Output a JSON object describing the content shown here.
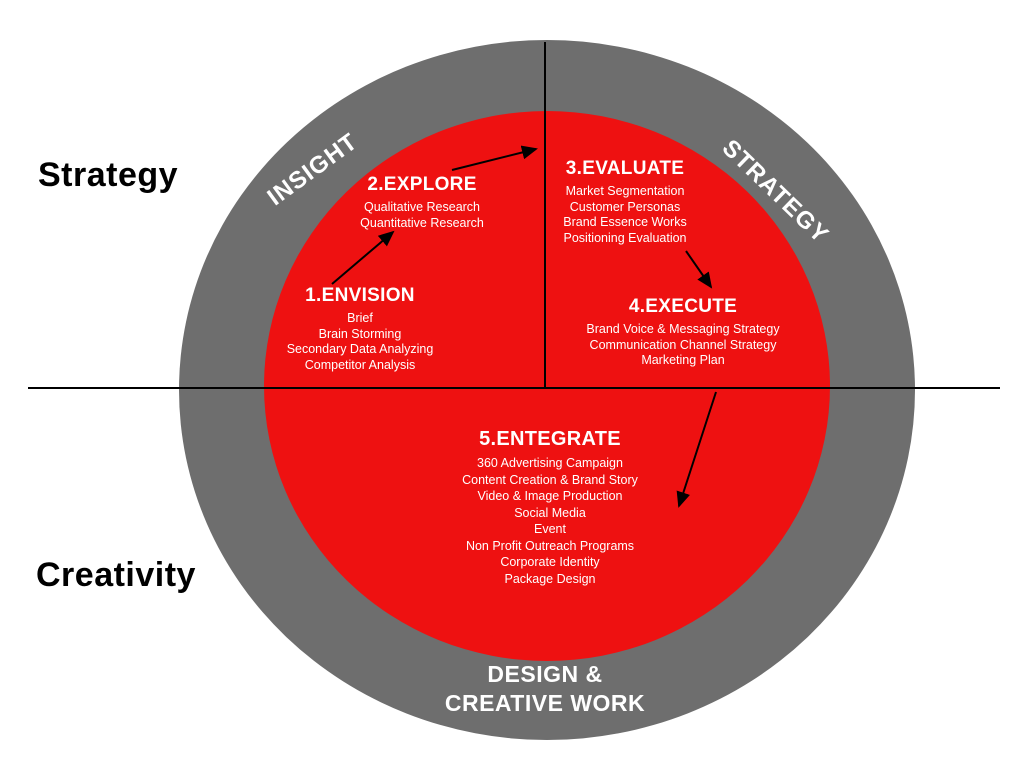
{
  "diagram": {
    "outer_labels": {
      "strategy": "Strategy",
      "creativity": "Creativity"
    },
    "ring": {
      "insight": "INSIGHT",
      "strategy": "STRATEGY",
      "design_line1": "DESIGN &",
      "design_line2": "CREATIVE WORK"
    },
    "steps": {
      "envision": {
        "title": "1.ENVISION",
        "items": [
          "Brief",
          "Brain Storming",
          "Secondary Data Analyzing",
          "Competitor Analysis"
        ]
      },
      "explore": {
        "title": "2.EXPLORE",
        "items": [
          "Qualitative Research",
          "Quantitative Research"
        ]
      },
      "evaluate": {
        "title": "3.EVALUATE",
        "items": [
          "Market Segmentation",
          "Customer Personas",
          "Brand Essence Works",
          "Positioning Evaluation"
        ]
      },
      "execute": {
        "title": "4.EXECUTE",
        "items": [
          "Brand Voice & Messaging Strategy",
          "Communication Channel Strategy",
          "Marketing Plan"
        ]
      },
      "entegrate": {
        "title": "5.ENTEGRATE",
        "items": [
          "360 Advertising Campaign",
          "Content Creation & Brand Story",
          "Video & Image Production",
          "Social Media",
          "Event",
          "Non Profit Outreach Programs",
          "Corporate Identity",
          "Package Design"
        ]
      }
    },
    "colors": {
      "ring_gray": "#6e6e6e",
      "inner_red": "#ee1111",
      "line_black": "#000000",
      "text_white": "#ffffff"
    }
  }
}
